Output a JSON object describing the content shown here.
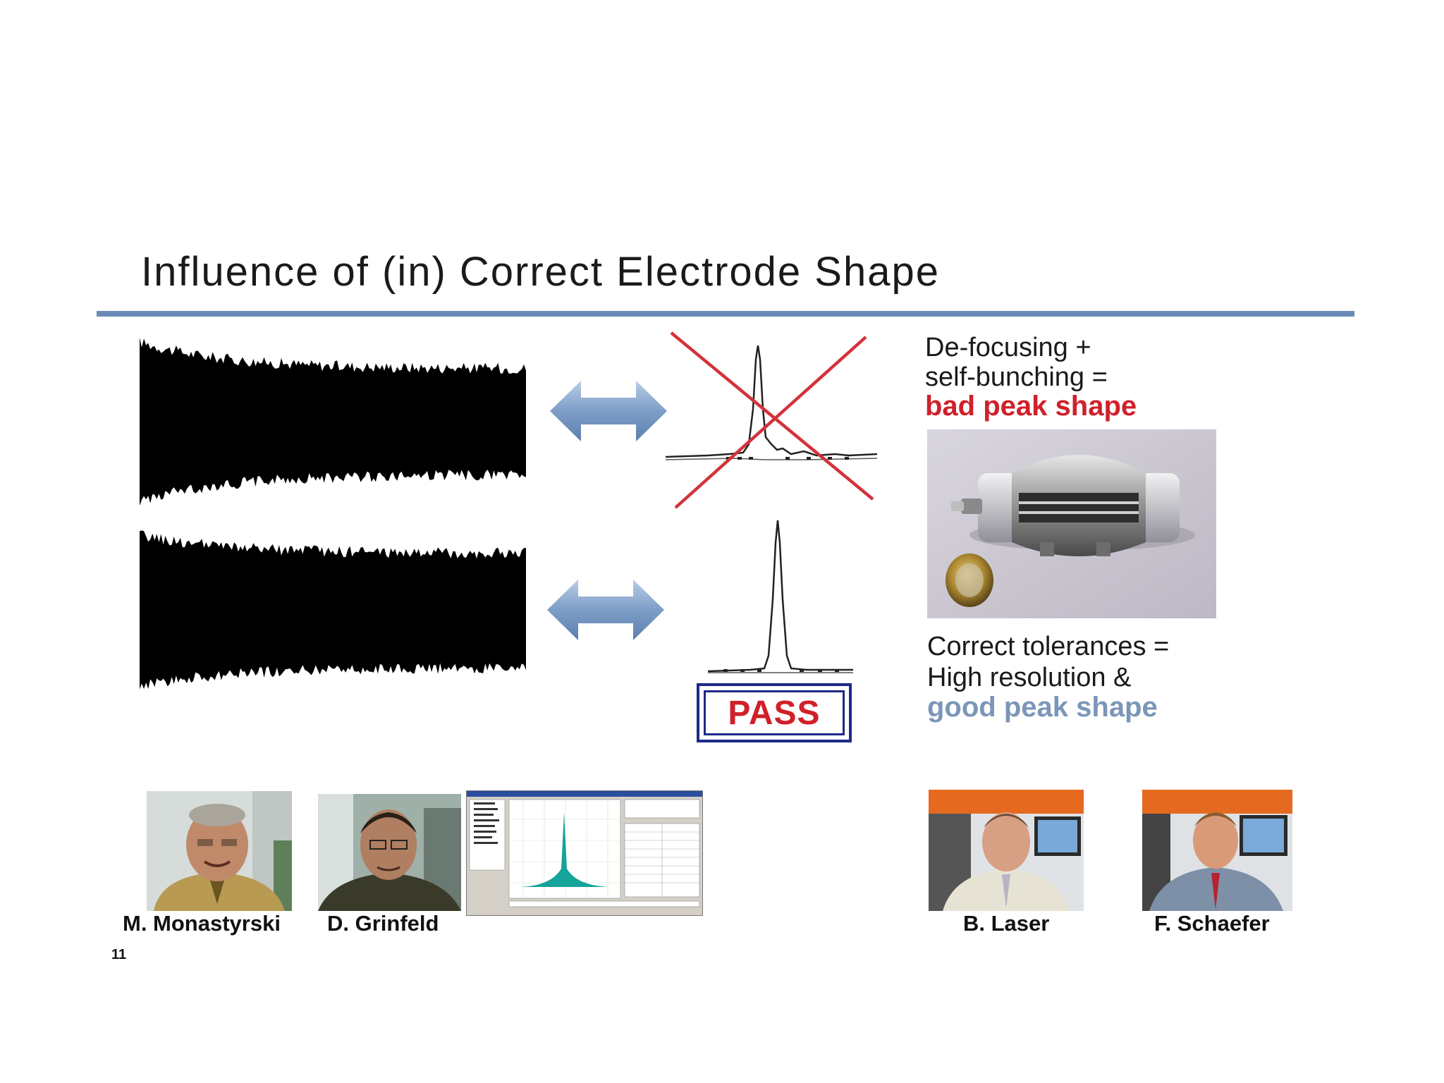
{
  "slide": {
    "title": "Influence of (in) Correct Electrode Shape",
    "page_number": "11"
  },
  "colors": {
    "title_rule": "#6a8bb5",
    "bad": "#d0202a",
    "good": "#7b96b8",
    "pass_border": "#1e2a88"
  },
  "top_row": {
    "caption_line1": "De-focusing +",
    "caption_line2": "self-bunching =",
    "emphasis": "bad peak shape"
  },
  "bottom_row": {
    "caption_line1": "Correct tolerances =",
    "caption_line2": "High resolution &",
    "emphasis": "good peak shape",
    "pass_label": "PASS"
  },
  "people_left": [
    "M. Monastyrski",
    "D. Grinfeld"
  ],
  "people_right": [
    "B. Laser",
    "F. Schaefer"
  ],
  "icons": [
    "double-arrow-icon",
    "red-x-icon",
    "euro-coin-icon",
    "electrode-trap-photo"
  ]
}
